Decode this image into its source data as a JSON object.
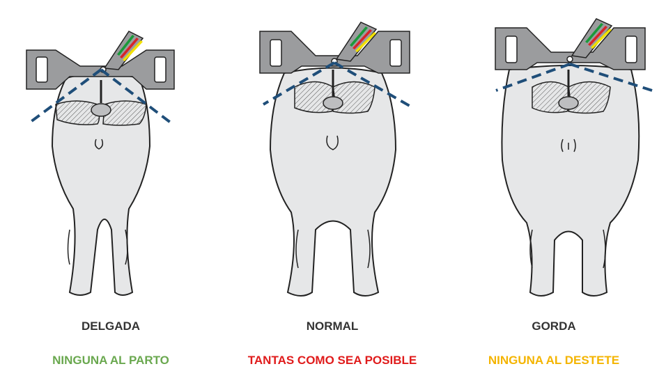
{
  "panels": [
    {
      "condition": "DELGADA",
      "recommendation": "NINGUNA AL PARTO",
      "recommendation_color": "#6aa84f"
    },
    {
      "condition": "NORMAL",
      "recommendation": "TANTAS COMO SEA POSIBLE",
      "recommendation_color": "#e01b1b"
    },
    {
      "condition": "GORDA",
      "recommendation": "NINGUNA AL DESTETE",
      "recommendation_color": "#f4b400"
    }
  ],
  "colors": {
    "body_fill": "#e6e7e8",
    "outline": "#222222",
    "caliper_fill": "#9b9c9e",
    "dashed_line": "#1f4e79",
    "gauge_green": "#1a9a3a",
    "gauge_red": "#d8232a",
    "gauge_yellow": "#f2e100"
  },
  "icons": [
    "sow-rear-silhouette",
    "caliper-tool",
    "spine-cross-section",
    "tail-icon"
  ]
}
